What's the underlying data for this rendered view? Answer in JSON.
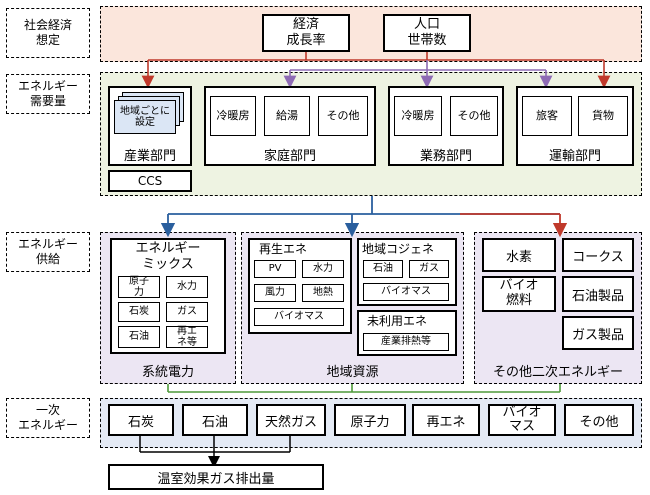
{
  "colors": {
    "socio_band": "#fbe6dc",
    "demand_band": "#eef3e2",
    "supply_band": "#ece6f3",
    "primary_band": "#e4eaf5",
    "arrow_red": "#c0392b",
    "arrow_purple": "#8e6bb4",
    "arrow_blue": "#2a5f9e",
    "arrow_green": "#4e9a3a"
  },
  "row_labels": {
    "socio": "社会経済\n想定",
    "demand": "エネルギー\n需要量",
    "supply": "エネルギー\n供給",
    "primary": "一次\nエネルギー"
  },
  "socio": {
    "growth": "経済\n成長率",
    "population": "人口\n世帯数"
  },
  "demand": {
    "industry": {
      "label": "産業部門",
      "stack_label": "地域ごとに\n設定",
      "ccs": "CCS"
    },
    "household": {
      "label": "家庭部門",
      "items": [
        "冷暖房",
        "給湯",
        "その他"
      ]
    },
    "business": {
      "label": "業務部門",
      "items": [
        "冷暖房",
        "その他"
      ]
    },
    "transport": {
      "label": "運輸部門",
      "items": [
        "旅客",
        "貨物"
      ]
    }
  },
  "supply": {
    "grid": {
      "label": "系統電力",
      "mix_title": "エネルギー\nミックス",
      "mix_items": [
        "原子\n力",
        "水力",
        "石炭",
        "ガス",
        "石油",
        "再エ\nネ等"
      ]
    },
    "regional": {
      "label": "地域資源",
      "renewable": {
        "title": "再生エネ",
        "items": [
          "PV",
          "水力",
          "風力",
          "地熱",
          "バイオマス"
        ]
      },
      "cogen": {
        "title": "地域コジェネ",
        "items": [
          "石油",
          "ガス",
          "バイオマス"
        ]
      },
      "unused": {
        "title": "未利用エネ",
        "items": [
          "産業排熱等"
        ]
      }
    },
    "other": {
      "label": "その他二次エネルギー",
      "items": [
        "水素",
        "コークス",
        "バイオ\n燃料",
        "石油製品",
        "ガス製品"
      ]
    }
  },
  "primary": {
    "items": [
      "石炭",
      "石油",
      "天然ガス",
      "原子力",
      "再エネ",
      "バイオ\nマス",
      "その他"
    ]
  },
  "emissions": "温室効果ガス排出量"
}
